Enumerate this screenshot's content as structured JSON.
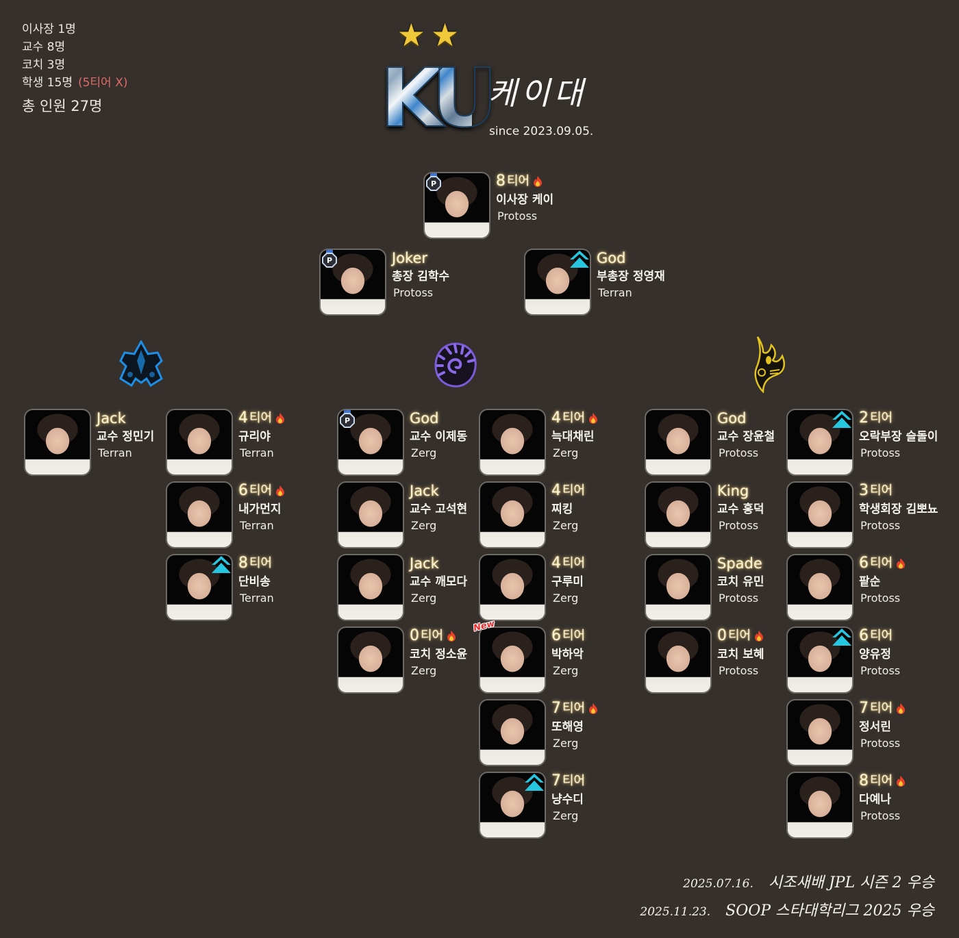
{
  "summary": {
    "chairman": "이사장 1명",
    "professors": "교수 8명",
    "coaches": "코치 3명",
    "students": "학생 15명",
    "students_note": "(5티어 X)",
    "total": "총 인원 27명"
  },
  "brand": {
    "stars": [
      "★",
      "★"
    ],
    "logo_text": "KU",
    "title": "케이대",
    "since": "since 2023.09.05."
  },
  "colors": {
    "background": "#35302c",
    "label_glow": "#f5d278",
    "warn": "#e06a66",
    "terran": "#1f8fe6",
    "zerg": "#7a5ad6",
    "protoss": "#e2c21f",
    "up_badge": "#26c6e0"
  },
  "races": {
    "terran": {
      "icon": "terran-emblem-icon"
    },
    "zerg": {
      "icon": "zerg-emblem-icon"
    },
    "protoss": {
      "icon": "protoss-emblem-icon"
    }
  },
  "leadership": [
    {
      "label": "8",
      "label_suffix": "티어",
      "fire": true,
      "name": "이사장 케이",
      "race": "Protoss",
      "badge": "p-medal"
    },
    {
      "label": "Joker",
      "name": "총장 김학수",
      "race": "Protoss",
      "badge": "p-medal"
    },
    {
      "label": "God",
      "name": "부총장 정영재",
      "race": "Terran",
      "badge": "up-arrow"
    }
  ],
  "terran": {
    "staff": [
      {
        "label": "Jack",
        "name": "교수 정민기",
        "race": "Terran"
      }
    ],
    "students": [
      {
        "label": "4",
        "label_suffix": "티어",
        "fire": true,
        "name": "규리야",
        "race": "Terran"
      },
      {
        "label": "6",
        "label_suffix": "티어",
        "fire": true,
        "name": "내가먼지",
        "race": "Terran"
      },
      {
        "label": "8",
        "label_suffix": "티어",
        "name": "단비송",
        "race": "Terran",
        "badge": "up-arrow"
      }
    ]
  },
  "zerg": {
    "staff": [
      {
        "label": "God",
        "name": "교수 이제동",
        "race": "Zerg",
        "badge": "p-medal"
      },
      {
        "label": "Jack",
        "name": "교수 고석현",
        "race": "Zerg"
      },
      {
        "label": "Jack",
        "name": "교수 깨모다",
        "race": "Zerg"
      },
      {
        "label": "0",
        "label_suffix": "티어",
        "fire": true,
        "name": "코치 정소윤",
        "race": "Zerg"
      }
    ],
    "students": [
      {
        "label": "4",
        "label_suffix": "티어",
        "fire": true,
        "name": "늑대채린",
        "race": "Zerg"
      },
      {
        "label": "4",
        "label_suffix": "티어",
        "name": "찌킹",
        "race": "Zerg"
      },
      {
        "label": "4",
        "label_suffix": "티어",
        "name": "구루미",
        "race": "Zerg"
      },
      {
        "label": "6",
        "label_suffix": "티어",
        "name": "박하악",
        "race": "Zerg",
        "badge": "new"
      },
      {
        "label": "7",
        "label_suffix": "티어",
        "fire": true,
        "name": "또해영",
        "race": "Zerg"
      },
      {
        "label": "7",
        "label_suffix": "티어",
        "name": "냥수디",
        "race": "Zerg",
        "badge": "up-arrow"
      }
    ]
  },
  "protoss": {
    "staff": [
      {
        "label": "God",
        "name": "교수 장윤철",
        "race": "Protoss"
      },
      {
        "label": "King",
        "name": "교수 홍덕",
        "race": "Protoss"
      },
      {
        "label": "Spade",
        "name": "코치 유민",
        "race": "Protoss"
      },
      {
        "label": "0",
        "label_suffix": "티어",
        "fire": true,
        "name": "코치 보혜",
        "race": "Protoss"
      }
    ],
    "students": [
      {
        "label": "2",
        "label_suffix": "티어",
        "name": "오락부장 슬돌이",
        "race": "Protoss",
        "badge": "up-arrow"
      },
      {
        "label": "3",
        "label_suffix": "티어",
        "name": "학생회장 김뽀뇨",
        "race": "Protoss"
      },
      {
        "label": "6",
        "label_suffix": "티어",
        "fire": true,
        "name": "팥순",
        "race": "Protoss"
      },
      {
        "label": "6",
        "label_suffix": "티어",
        "name": "양유정",
        "race": "Protoss",
        "badge": "up-arrow"
      },
      {
        "label": "7",
        "label_suffix": "티어",
        "fire": true,
        "name": "정서린",
        "race": "Protoss"
      },
      {
        "label": "8",
        "label_suffix": "티어",
        "fire": true,
        "name": "다예나",
        "race": "Protoss"
      }
    ]
  },
  "badges": {
    "new_label": "New",
    "p_label": "P"
  },
  "achievements": [
    {
      "date": "2025.07.16.",
      "title": "시조새배 JPL 시즌 2 우승"
    },
    {
      "date": "2025.11.23.",
      "title": "SOOP 스타대학리그 2025 우승"
    }
  ]
}
